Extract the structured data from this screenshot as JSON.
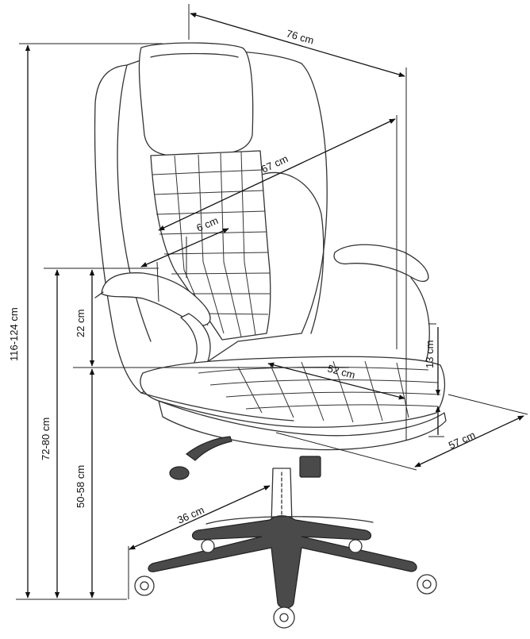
{
  "dimensions": [
    {
      "id": "depth-arm",
      "label": "76 cm"
    },
    {
      "id": "seat-diagonal",
      "label": "67 cm"
    },
    {
      "id": "lumbar",
      "label": "6 cm"
    },
    {
      "id": "total-height",
      "label": "116-124 cm"
    },
    {
      "id": "arm-height",
      "label": "72-80 cm"
    },
    {
      "id": "arm-to-seat",
      "label": "22 cm"
    },
    {
      "id": "seat-height",
      "label": "50-58 cm"
    },
    {
      "id": "seat-width",
      "label": "52 cm"
    },
    {
      "id": "seat-thickness",
      "label": "13 cm"
    },
    {
      "id": "seat-depth",
      "label": "57 cm"
    },
    {
      "id": "base-radius",
      "label": "36 cm"
    }
  ],
  "colors": {
    "line": "#111111",
    "chair_outline": "#333333",
    "chair_dark": "#4a4a4a"
  }
}
